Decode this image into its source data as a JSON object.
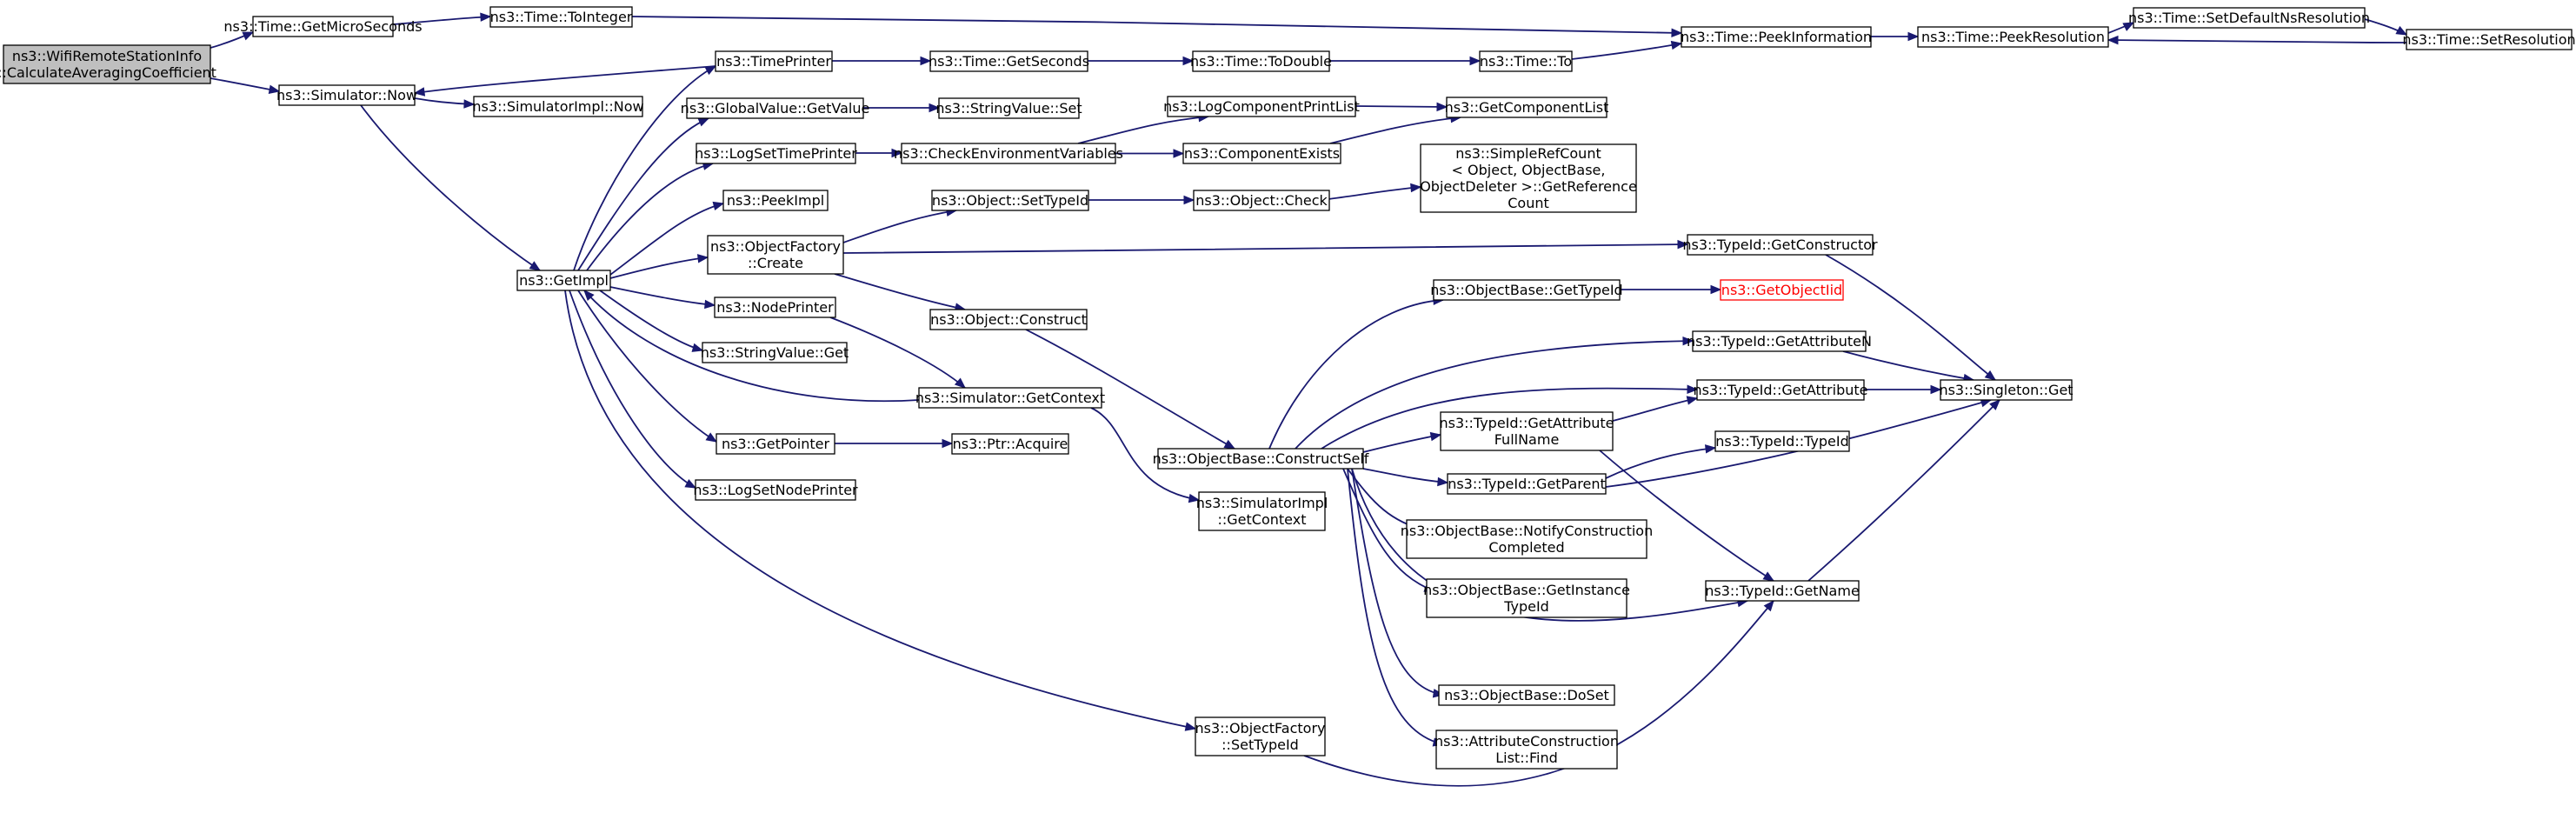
{
  "graph": {
    "colors": {
      "edge": "#191970",
      "root_fill": "#bfbfbf",
      "missing_text": "#ff0000"
    },
    "nodes": {
      "root": {
        "lines": [
          "ns3::WifiRemoteStationInfo",
          "::CalculateAveragingCoefficient"
        ]
      },
      "getMicroSeconds": {
        "lines": [
          "ns3::Time::GetMicroSeconds"
        ]
      },
      "toInteger": {
        "lines": [
          "ns3::Time::ToInteger"
        ]
      },
      "simNow": {
        "lines": [
          "ns3::Simulator::Now"
        ]
      },
      "simImplNow": {
        "lines": [
          "ns3::SimulatorImpl::Now"
        ]
      },
      "getImpl": {
        "lines": [
          "ns3::GetImpl"
        ]
      },
      "timePrinter": {
        "lines": [
          "ns3::TimePrinter"
        ]
      },
      "globalValueGetValue": {
        "lines": [
          "ns3::GlobalValue::GetValue"
        ]
      },
      "logSetTimePrinter": {
        "lines": [
          "ns3::LogSetTimePrinter"
        ]
      },
      "peekImpl": {
        "lines": [
          "ns3::PeekImpl"
        ]
      },
      "objectFactoryCreate": {
        "lines": [
          "ns3::ObjectFactory",
          "::Create"
        ]
      },
      "nodePrinter": {
        "lines": [
          "ns3::NodePrinter"
        ]
      },
      "stringValueGet": {
        "lines": [
          "ns3::StringValue::Get"
        ]
      },
      "simGetContext": {
        "lines": [
          "ns3::Simulator::GetContext"
        ]
      },
      "getPointer": {
        "lines": [
          "ns3::GetPointer"
        ]
      },
      "logSetNodePrinter": {
        "lines": [
          "ns3::LogSetNodePrinter"
        ]
      },
      "timeGetSeconds": {
        "lines": [
          "ns3::Time::GetSeconds"
        ]
      },
      "stringValueSet": {
        "lines": [
          "ns3::StringValue::Set"
        ]
      },
      "checkEnvVars": {
        "lines": [
          "ns3::CheckEnvironmentVariables"
        ]
      },
      "objectSetTypeId": {
        "lines": [
          "ns3::Object::SetTypeId"
        ]
      },
      "objectConstruct": {
        "lines": [
          "ns3::Object::Construct"
        ]
      },
      "ptrAcquire": {
        "lines": [
          "ns3::Ptr::Acquire"
        ]
      },
      "timeToDouble": {
        "lines": [
          "ns3::Time::ToDouble"
        ]
      },
      "logComponentPrintList": {
        "lines": [
          "ns3::LogComponentPrintList"
        ]
      },
      "componentExists": {
        "lines": [
          "ns3::ComponentExists"
        ]
      },
      "objectCheck": {
        "lines": [
          "ns3::Object::Check"
        ]
      },
      "constructSelf": {
        "lines": [
          "ns3::ObjectBase::ConstructSelf"
        ]
      },
      "simImplGetContext": {
        "lines": [
          "ns3::SimulatorImpl",
          "::GetContext"
        ]
      },
      "objectFactorySetTypeId": {
        "lines": [
          "ns3::ObjectFactory",
          "::SetTypeId"
        ]
      },
      "timeTo": {
        "lines": [
          "ns3::Time::To"
        ]
      },
      "getComponentList": {
        "lines": [
          "ns3::GetComponentList"
        ]
      },
      "simpleRefCount": {
        "lines": [
          "ns3::SimpleRefCount",
          "< Object, ObjectBase,",
          " ObjectDeleter >::GetReference",
          "Count"
        ]
      },
      "objBaseGetTypeId": {
        "lines": [
          "ns3::ObjectBase::GetTypeId"
        ]
      },
      "getAttributeFullName": {
        "lines": [
          "ns3::TypeId::GetAttribute",
          "FullName"
        ]
      },
      "getParent": {
        "lines": [
          "ns3::TypeId::GetParent"
        ]
      },
      "notifyConstructionCompleted": {
        "lines": [
          "ns3::ObjectBase::NotifyConstruction",
          "Completed"
        ]
      },
      "getInstanceTypeId": {
        "lines": [
          "ns3::ObjectBase::GetInstance",
          "TypeId"
        ]
      },
      "doSet": {
        "lines": [
          "ns3::ObjectBase::DoSet"
        ]
      },
      "attrConstructionListFind": {
        "lines": [
          "ns3::AttributeConstruction",
          "List::Find"
        ]
      },
      "peekInformation": {
        "lines": [
          "ns3::Time::PeekInformation"
        ]
      },
      "getConstructor": {
        "lines": [
          "ns3::TypeId::GetConstructor"
        ]
      },
      "getObjectIid": {
        "lines": [
          "ns3::GetObjectIid"
        ]
      },
      "getAttributeN": {
        "lines": [
          "ns3::TypeId::GetAttributeN"
        ]
      },
      "getAttribute": {
        "lines": [
          "ns3::TypeId::GetAttribute"
        ]
      },
      "typeIdTypeId": {
        "lines": [
          "ns3::TypeId::TypeId"
        ]
      },
      "typeIdGetName": {
        "lines": [
          "ns3::TypeId::GetName"
        ]
      },
      "peekResolution": {
        "lines": [
          "ns3::Time::PeekResolution"
        ]
      },
      "singletonGet": {
        "lines": [
          "ns3::Singleton::Get"
        ]
      },
      "setDefaultNsResolution": {
        "lines": [
          "ns3::Time::SetDefaultNsResolution"
        ]
      },
      "setResolution": {
        "lines": [
          "ns3::Time::SetResolution"
        ]
      }
    },
    "edges": [
      [
        "root",
        "getMicroSeconds"
      ],
      [
        "root",
        "simNow"
      ],
      [
        "getMicroSeconds",
        "toInteger"
      ],
      [
        "toInteger",
        "peekInformation"
      ],
      [
        "simNow",
        "simImplNow"
      ],
      [
        "simNow",
        "getImpl"
      ],
      [
        "getImpl",
        "timePrinter"
      ],
      [
        "getImpl",
        "globalValueGetValue"
      ],
      [
        "getImpl",
        "logSetTimePrinter"
      ],
      [
        "getImpl",
        "peekImpl"
      ],
      [
        "getImpl",
        "objectFactoryCreate"
      ],
      [
        "getImpl",
        "nodePrinter"
      ],
      [
        "getImpl",
        "stringValueGet"
      ],
      [
        "getImpl",
        "getPointer"
      ],
      [
        "getImpl",
        "logSetNodePrinter"
      ],
      [
        "getImpl",
        "objectFactorySetTypeId"
      ],
      [
        "timePrinter",
        "simNow"
      ],
      [
        "timePrinter",
        "timeGetSeconds"
      ],
      [
        "timeGetSeconds",
        "timeToDouble"
      ],
      [
        "timeToDouble",
        "timeTo"
      ],
      [
        "timeTo",
        "peekInformation"
      ],
      [
        "globalValueGetValue",
        "stringValueSet"
      ],
      [
        "logSetTimePrinter",
        "checkEnvVars"
      ],
      [
        "checkEnvVars",
        "logComponentPrintList"
      ],
      [
        "checkEnvVars",
        "componentExists"
      ],
      [
        "logComponentPrintList",
        "getComponentList"
      ],
      [
        "componentExists",
        "getComponentList"
      ],
      [
        "objectFactoryCreate",
        "objectSetTypeId"
      ],
      [
        "objectFactoryCreate",
        "objectConstruct"
      ],
      [
        "objectFactoryCreate",
        "getConstructor"
      ],
      [
        "objectSetTypeId",
        "objectCheck"
      ],
      [
        "objectCheck",
        "simpleRefCount"
      ],
      [
        "objectConstruct",
        "constructSelf"
      ],
      [
        "nodePrinter",
        "simGetContext"
      ],
      [
        "simGetContext",
        "getImpl"
      ],
      [
        "simGetContext",
        "simImplGetContext"
      ],
      [
        "getPointer",
        "ptrAcquire"
      ],
      [
        "constructSelf",
        "objBaseGetTypeId"
      ],
      [
        "constructSelf",
        "getAttributeN"
      ],
      [
        "constructSelf",
        "getAttribute"
      ],
      [
        "constructSelf",
        "getAttributeFullName"
      ],
      [
        "constructSelf",
        "getParent"
      ],
      [
        "constructSelf",
        "notifyConstructionCompleted"
      ],
      [
        "constructSelf",
        "getInstanceTypeId"
      ],
      [
        "constructSelf",
        "typeIdGetName"
      ],
      [
        "constructSelf",
        "doSet"
      ],
      [
        "constructSelf",
        "attrConstructionListFind"
      ],
      [
        "objBaseGetTypeId",
        "getObjectIid"
      ],
      [
        "getAttributeFullName",
        "getAttribute"
      ],
      [
        "getAttributeFullName",
        "typeIdGetName"
      ],
      [
        "getParent",
        "typeIdTypeId"
      ],
      [
        "getParent",
        "singletonGet"
      ],
      [
        "getAttributeN",
        "singletonGet"
      ],
      [
        "getAttribute",
        "singletonGet"
      ],
      [
        "getConstructor",
        "singletonGet"
      ],
      [
        "typeIdGetName",
        "singletonGet"
      ],
      [
        "objectFactorySetTypeId",
        "typeIdGetName"
      ],
      [
        "peekInformation",
        "peekResolution"
      ],
      [
        "peekResolution",
        "setDefaultNsResolution"
      ],
      [
        "setDefaultNsResolution",
        "setResolution"
      ],
      [
        "setResolution",
        "peekResolution"
      ]
    ]
  }
}
